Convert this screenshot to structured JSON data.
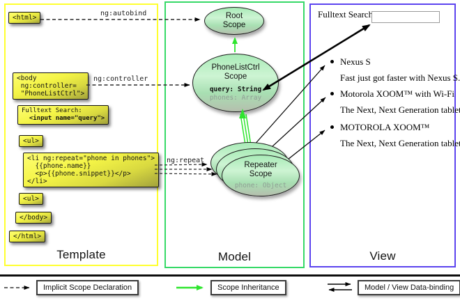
{
  "columns": {
    "template": {
      "label": "Template"
    },
    "model": {
      "label": "Model"
    },
    "view": {
      "label": "View"
    }
  },
  "template": {
    "annotations": {
      "autobind": "ng:autobind",
      "controller": "ng:controller",
      "repeat": "ng:repeat"
    },
    "boxes": {
      "html_open": {
        "line1": "<html>"
      },
      "body_open": {
        "line1": "<body",
        "line2": " ng:controller=",
        "line3": " \"PhoneListCtrl\">"
      },
      "fulltext": {
        "line1": "Fulltext Search:",
        "line2": "  <input name=\"query\">"
      },
      "ul_open": {
        "line1": "<ul>"
      },
      "li_repeat": {
        "line1": "<li ng:repeat=\"phone in phones\">",
        "line2": "  {{phone.name}}",
        "line3": "  <p>{{phone.snippet}}</p>",
        "line4": "</li>"
      },
      "ul_close": {
        "line1": "<ul>"
      },
      "body_close": {
        "line1": "</body>"
      },
      "html_close": {
        "line1": "</html>"
      }
    }
  },
  "model": {
    "root_scope": {
      "title1": "Root",
      "title2": "Scope"
    },
    "phonelist_scope": {
      "title1": "PhoneListCtrl",
      "title2": "Scope",
      "prop_query": "query: String",
      "prop_phones": "phones: Array"
    },
    "repeater_scope": {
      "title1": "Repeater",
      "title2": "Scope",
      "prop_phone": "phone: Object"
    }
  },
  "view": {
    "search_label": "Fulltext Search:",
    "search_value": "",
    "items": [
      {
        "title": "Nexus S",
        "desc": "Fast just got faster with Nexus S."
      },
      {
        "title": "Motorola XOOM™  with Wi-Fi",
        "desc": "The Next, Next Generation tablet."
      },
      {
        "title": "MOTOROLA XOOM™",
        "desc": "The Next, Next Generation tablet."
      }
    ]
  },
  "legend": {
    "implicit": "Implicit Scope Declaration",
    "inheritance": "Scope Inheritance",
    "binding": "Model / View Data-binding"
  },
  "colors": {
    "template_border": "#ffff2e",
    "model_border": "#36d967",
    "view_border": "#5b43ef",
    "inheritance_green": "#2ee52e"
  }
}
